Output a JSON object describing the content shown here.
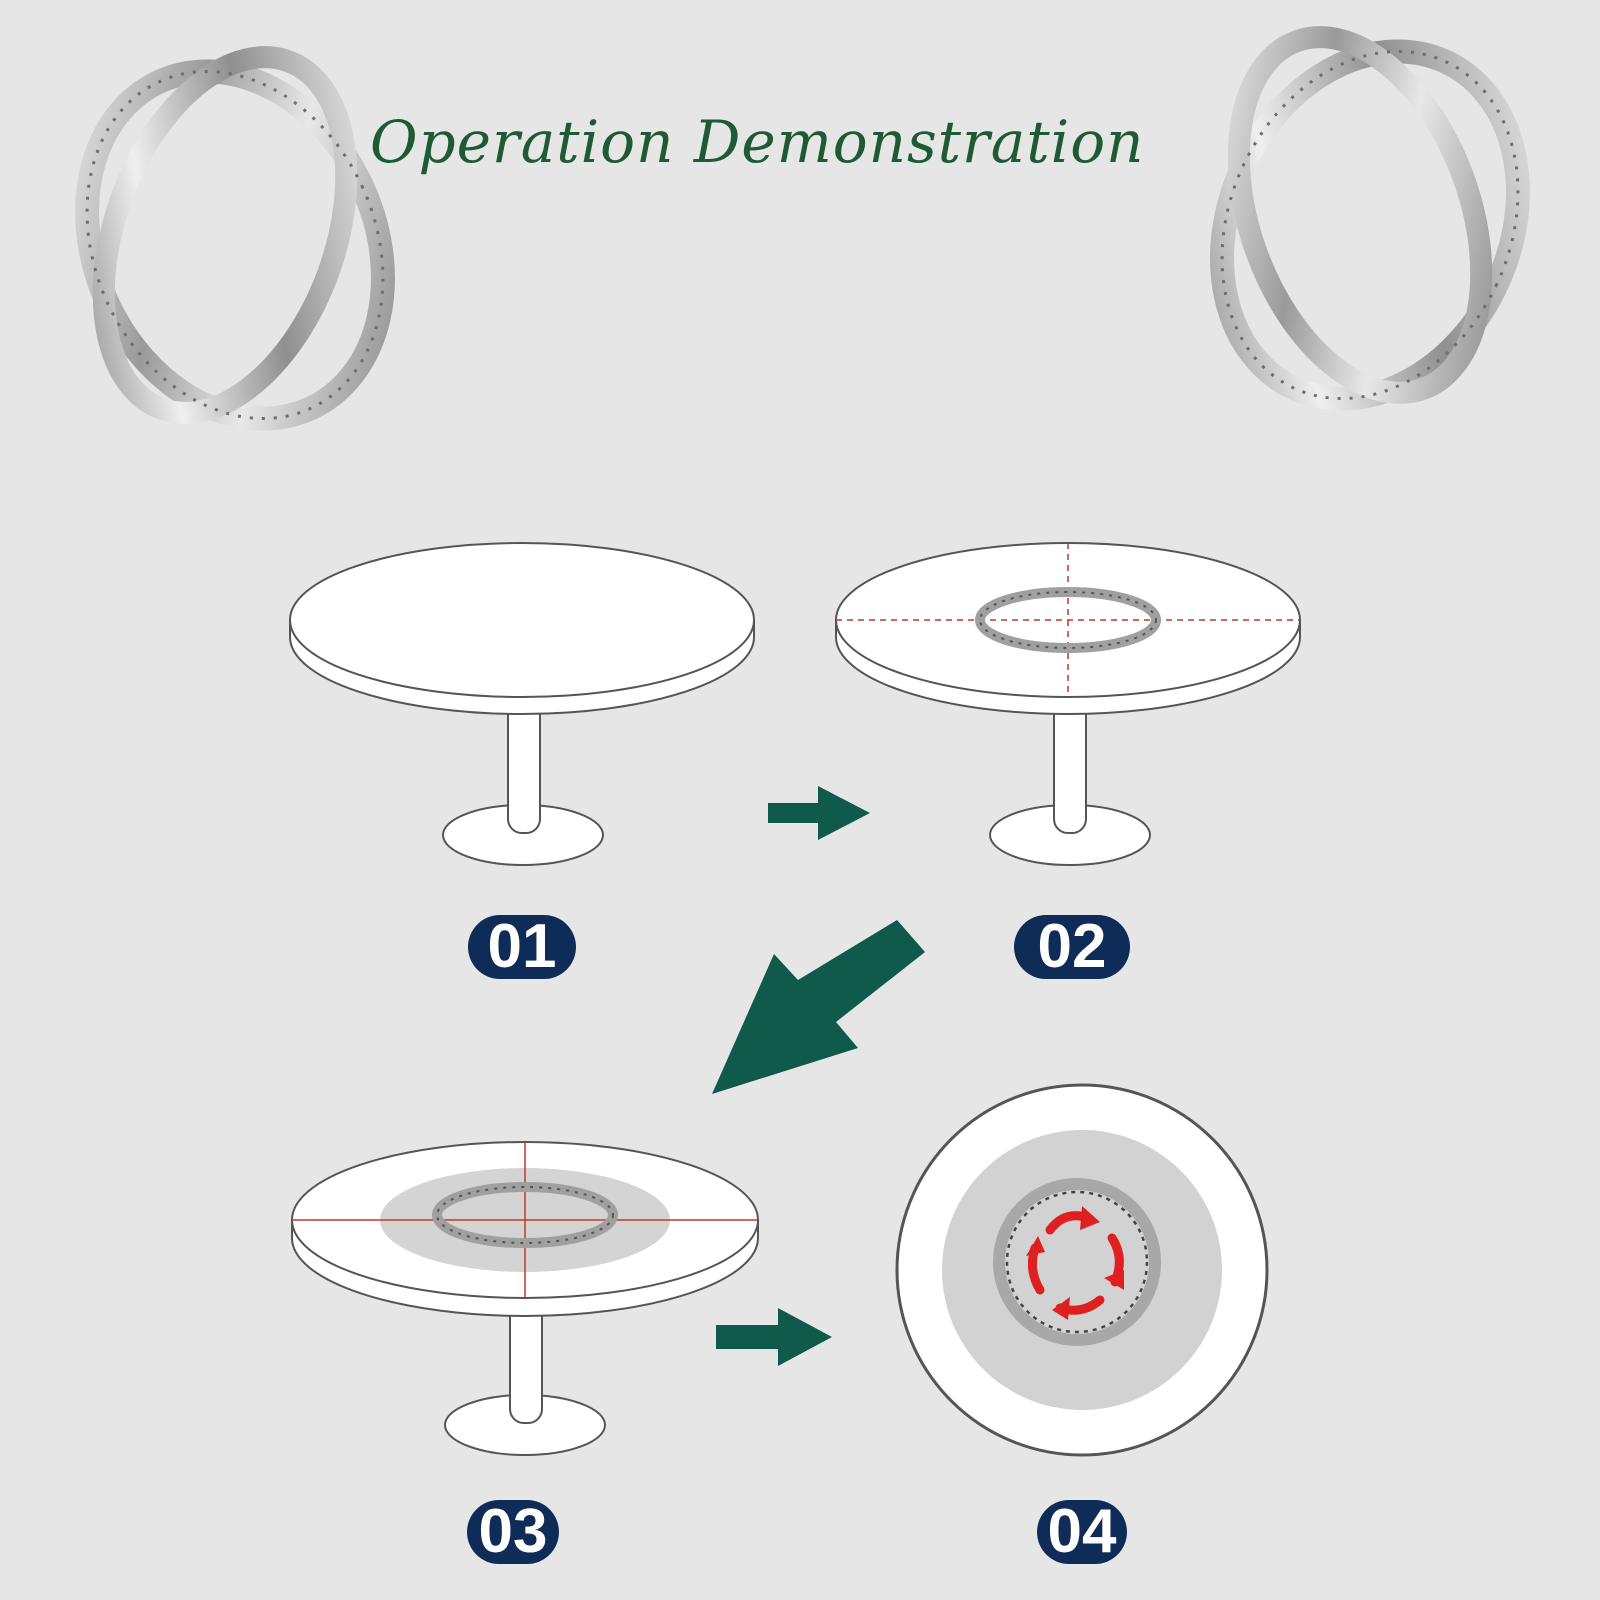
{
  "title": "Operation Demonstration",
  "colors": {
    "background": "#e6e6e6",
    "title": "#1e5a33",
    "arrow": "#0f5a4a",
    "badge": "#0f2b57",
    "badge_text": "#ffffff",
    "crosshair": "#c0392b",
    "rotation_arrows": "#e02020",
    "table_line": "#555555",
    "table_fill": "#ffffff",
    "ring_metal": "#a9a9a9"
  },
  "steps": [
    {
      "label": "01"
    },
    {
      "label": "02"
    },
    {
      "label": "03"
    },
    {
      "label": "04"
    }
  ],
  "icons": [
    "lazy-susan-ring-icon",
    "table-icon",
    "arrow-right-icon",
    "arrow-down-left-icon",
    "rotation-arrows-icon"
  ]
}
